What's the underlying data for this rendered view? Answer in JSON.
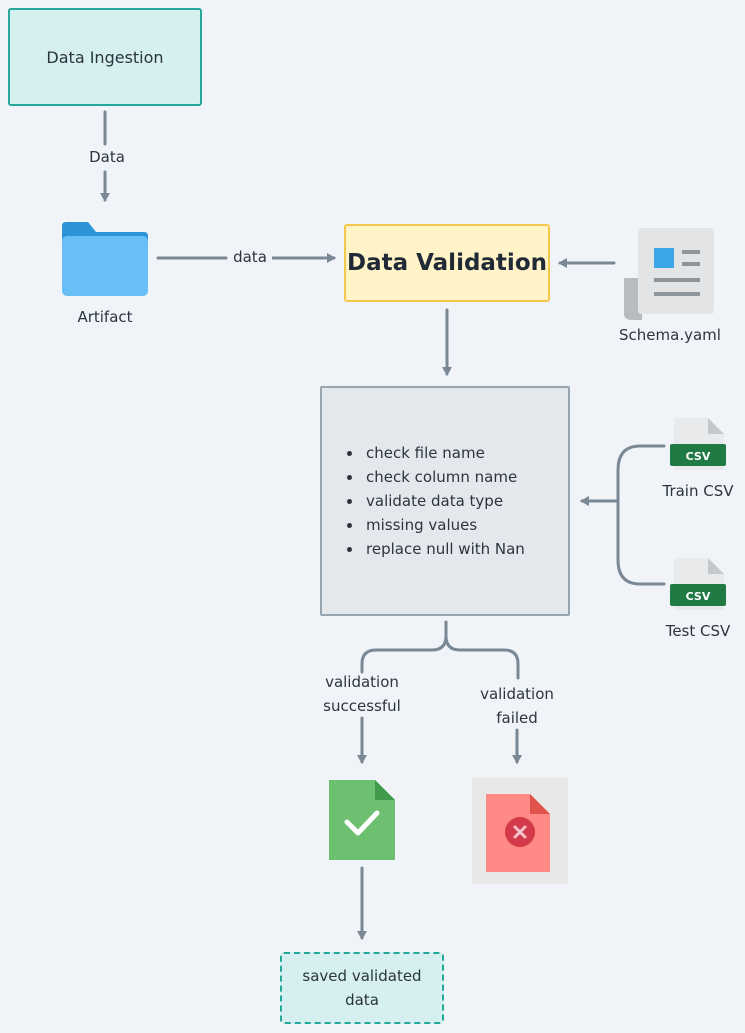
{
  "nodes": {
    "data_ingestion": "Data Ingestion",
    "artifact": "Artifact",
    "data_validation": "Data Validation",
    "schema": "Schema.yaml",
    "checks": [
      "check file name",
      "check column name",
      "validate data type",
      "missing values",
      "replace null with Nan"
    ],
    "train_csv": "Train CSV",
    "test_csv": "Test CSV",
    "saved_line1": "saved validated",
    "saved_line2": "data"
  },
  "edges": {
    "ingest_to_artifact": "Data",
    "artifact_to_validation": "data",
    "success_line1": "validation",
    "success_line2": "successful",
    "failed_line1": "validation",
    "failed_line2": "failed"
  },
  "icons": {
    "csv_badge": "CSV",
    "folder": "folder-icon",
    "document": "document-icon",
    "success": "check-file-icon",
    "failure": "error-file-icon"
  },
  "colors": {
    "arrow": "#7a8795",
    "teal": "#24a89a",
    "yellow": "#f2c94c",
    "green": "#6cc070",
    "red": "#ff8a85",
    "csv_green": "#1f7a44"
  }
}
